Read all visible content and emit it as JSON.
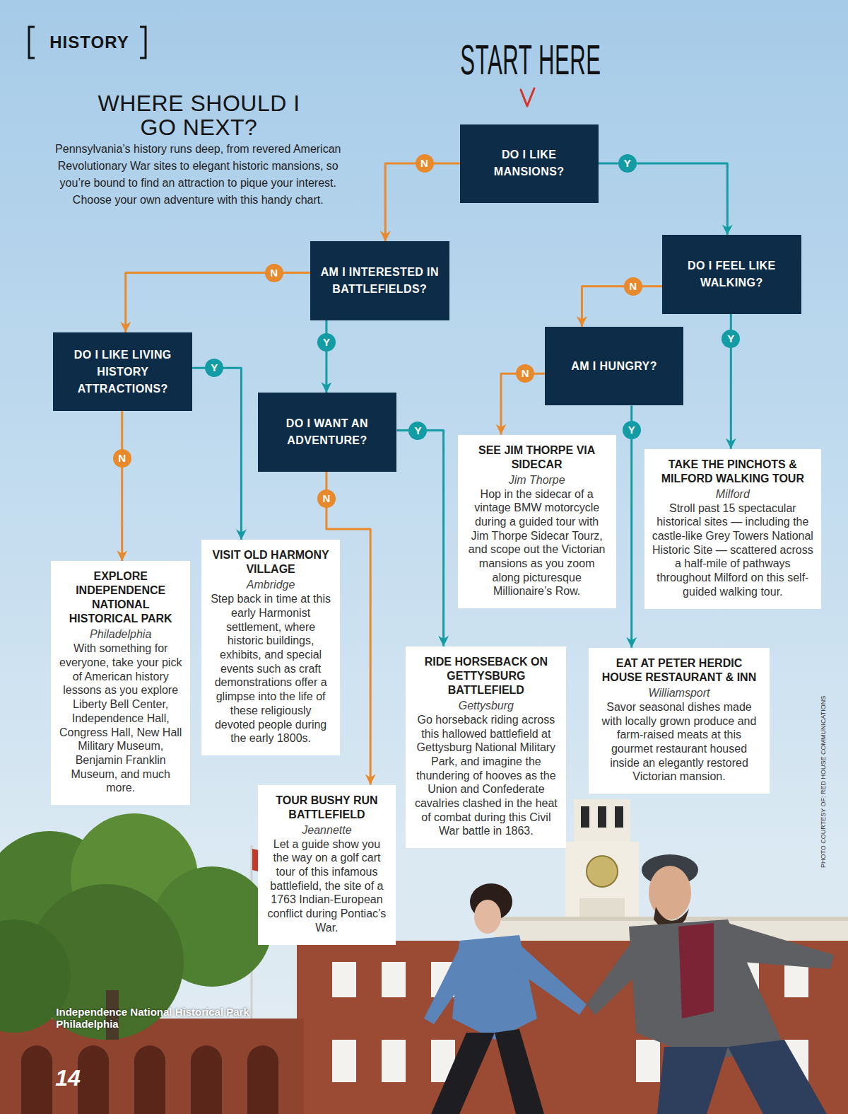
{
  "diagram": {
    "title": "WHERE SHOULD I GO NEXT?",
    "caption": "Independence National Historical Park Philadelphia",
    "nodes": [
      {
        "text": [
          "DO I LIKE MANSIONS?"
        ]
      },
      {
        "text": [
          "AM I INTERESTED IN BATTLEFIELDS?"
        ]
      },
      {
        "text": [
          "DO I FEEL LIKE WALKING?"
        ]
      },
      {
        "text": [
          "DO I LIKE LIVING HISTORY ATTRACTIONS?"
        ]
      },
      {
        "text": [
          "DO I WANT AN ADVENTURE?"
        ]
      },
      {
        "text": [
          "AM I HUNGRY?"
        ]
      },
      {
        "text": [
          "SEE JIM THORPE VIA SIDECAR",
          "Jim Thorpe",
          "Hop in the sidecar of a vintage BMW motorcycle during a guided tour with Jim Thorpe Sidecar Tourz, and scope out the Victorian mansions as you zoom along picturesque Millionaire’s Row."
        ]
      },
      {
        "text": [
          "TAKE THE PINCHOTS & MILFORD WALKING TOUR",
          "Milford",
          "Stroll past 15 spectacular historical sites — including the castle-like Grey Towers National Historic Site — scattered across a half-mile of pathways throughout Milford on this self-guided walking tour."
        ]
      },
      {
        "text": [
          "VISIT OLD HARMONY VILLAGE",
          "Ambridge",
          "Step back in time at this early Harmonist settlement, where historic buildings, exhibits, and special events such as craft demonstrations offer a glimpse into the life of these religiously devoted people during the early 1800s."
        ]
      },
      {
        "text": [
          "EXPLORE INDEPENDENCE NATIONAL HISTORICAL PARK",
          "Philadelphia",
          "With something for everyone, take your pick of American history lessons as you explore Liberty Bell Center, Independence Hall, Congress Hall, New Hall Military Museum, Benjamin Franklin Museum, and much more."
        ]
      },
      {
        "text": [
          "RIDE HORSEBACK ON GETTYSBURG BATTLEFIELD",
          "Gettysburg",
          "Go horseback riding across this hallowed battlefield at Gettysburg National Military Park, and imagine the thundering of hooves as the Union and Confederate cavalries clashed in the heat of combat during this Civil War battle in 1863."
        ]
      },
      {
        "text": [
          "EAT AT PETER HERDIC HOUSE RESTAURANT & INN",
          "Williamsport",
          "Savor seasonal dishes made with locally grown produce and farm-raised meats at this gourmet restaurant housed inside an elegantly restored Victorian mansion."
        ]
      },
      {
        "text": [
          "TOUR BUSHY RUN BATTLEFIELD",
          "Jeannette",
          "Let a guide show you the way on a golf cart tour of this infamous battlefield, the site of a 1763 Indian-European conflict during Pontiac’s War."
        ]
      }
    ],
    "edges": [
      {
        "from": 0,
        "to": 1,
        "label": "N",
        "arrow": "to"
      },
      {
        "from": 0,
        "to": 2,
        "label": "Y",
        "arrow": "to"
      },
      {
        "from": 1,
        "to": 3,
        "label": "N",
        "arrow": "to"
      },
      {
        "from": 1,
        "to": 4,
        "label": "Y",
        "arrow": "to"
      },
      {
        "from": 2,
        "to": 5,
        "label": "N",
        "arrow": "to"
      },
      {
        "from": 2,
        "to": 7,
        "label": "Y",
        "arrow": "to"
      },
      {
        "from": 3,
        "to": 9,
        "label": "N",
        "arrow": "to"
      },
      {
        "from": 3,
        "to": 8,
        "label": "Y",
        "arrow": "to"
      },
      {
        "from": 4,
        "to": 10,
        "label": "Y",
        "arrow": "to"
      },
      {
        "from": 4,
        "to": 12,
        "label": "N",
        "arrow": "to"
      },
      {
        "from": 5,
        "to": 6,
        "label": "N",
        "arrow": "to"
      },
      {
        "from": 5,
        "to": 11,
        "label": "Y",
        "arrow": "to"
      }
    ],
    "labels": [
      "HISTORY",
      "Pennsylvania’s history runs deep, from revered American Revolutionary War sites to elegant historic mansions, so you’re bound to find an attraction to pique your interest. Choose your own adventure with this handy chart.",
      "START HERE",
      "14",
      "PHOTO COURTESY OF: RED HOUSE COMMUNICATIONS"
    ]
  }
}
